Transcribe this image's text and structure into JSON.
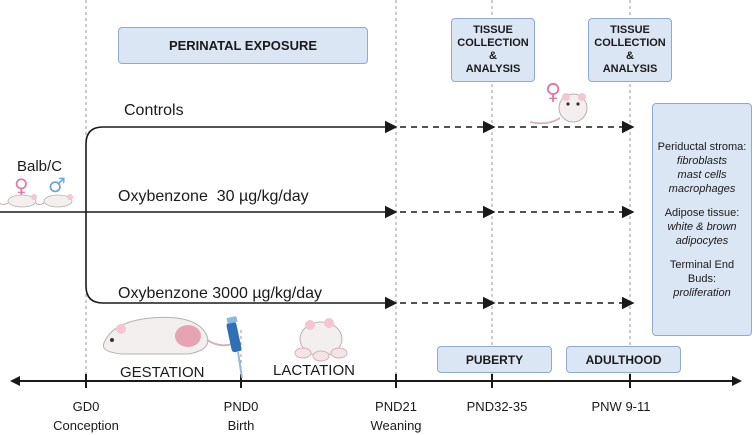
{
  "boxes": {
    "perinatal": "PERINATAL EXPOSURE",
    "tissue1": [
      "TISSUE",
      "COLLECTION",
      "&",
      "ANALYSIS"
    ],
    "tissue2": [
      "TISSUE",
      "COLLECTION",
      "&",
      "ANALYSIS"
    ],
    "puberty": "PUBERTY",
    "adulthood": "ADULTHOOD"
  },
  "strain": "Balb/C",
  "groups": {
    "controls": "Controls",
    "low": "Oxybenzone  30 µg/kg/day",
    "high": "Oxybenzone 3000 µg/kg/day"
  },
  "phases": {
    "gestation": "GESTATION",
    "lactation": "LACTATION"
  },
  "timeline": [
    {
      "code": "GD0",
      "label": "Conception"
    },
    {
      "code": "PND0",
      "label": "Birth"
    },
    {
      "code": "PND21",
      "label": "Weaning"
    },
    {
      "code": "PND32-35",
      "label": ""
    },
    {
      "code": "PNW 9-11",
      "label": ""
    }
  ],
  "side_panel": {
    "s1_title": "Periductal stroma:",
    "s1_items": [
      "fibroblasts",
      "mast cells",
      "macrophages"
    ],
    "s2_title": "Adipose tissue:",
    "s2_items": [
      "white & brown",
      "adipocytes"
    ],
    "s3_title": "Terminal End Buds:",
    "s3_items": [
      "proliferation"
    ]
  },
  "colors": {
    "box_fill": "#dbe6f4",
    "box_border": "#8fa9cf",
    "line": "#1a1a1a",
    "female_symbol": "#e07aa8",
    "male_symbol": "#6aa6d8"
  },
  "icons": [
    "mouse-pair-icon",
    "pregnant-mouse-icon",
    "pipette-icon",
    "mother-with-pups-icon",
    "female-mouse-icon"
  ]
}
